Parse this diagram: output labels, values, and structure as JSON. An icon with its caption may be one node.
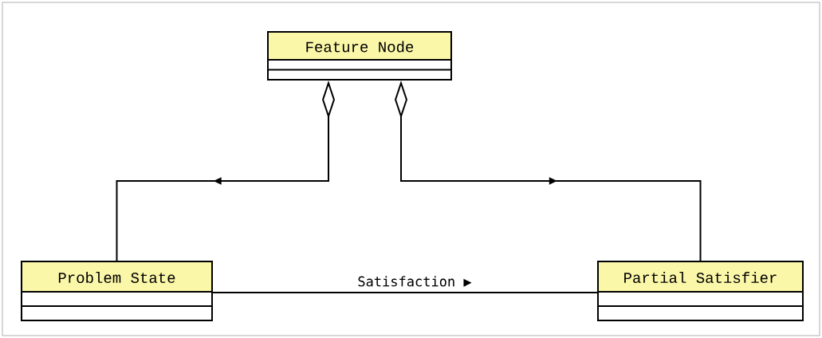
{
  "diagram": {
    "nodes": [
      {
        "text": [
          "Feature Node"
        ]
      },
      {
        "text": [
          "Problem State"
        ]
      },
      {
        "text": [
          "Partial Satisfier"
        ]
      }
    ],
    "edges": [
      {
        "from": 0,
        "to": 1,
        "arrow": "to"
      },
      {
        "from": 0,
        "to": 2,
        "arrow": "to"
      },
      {
        "from": 1,
        "to": 2,
        "arrow": "none",
        "label": "Satisfaction ▶"
      }
    ]
  }
}
